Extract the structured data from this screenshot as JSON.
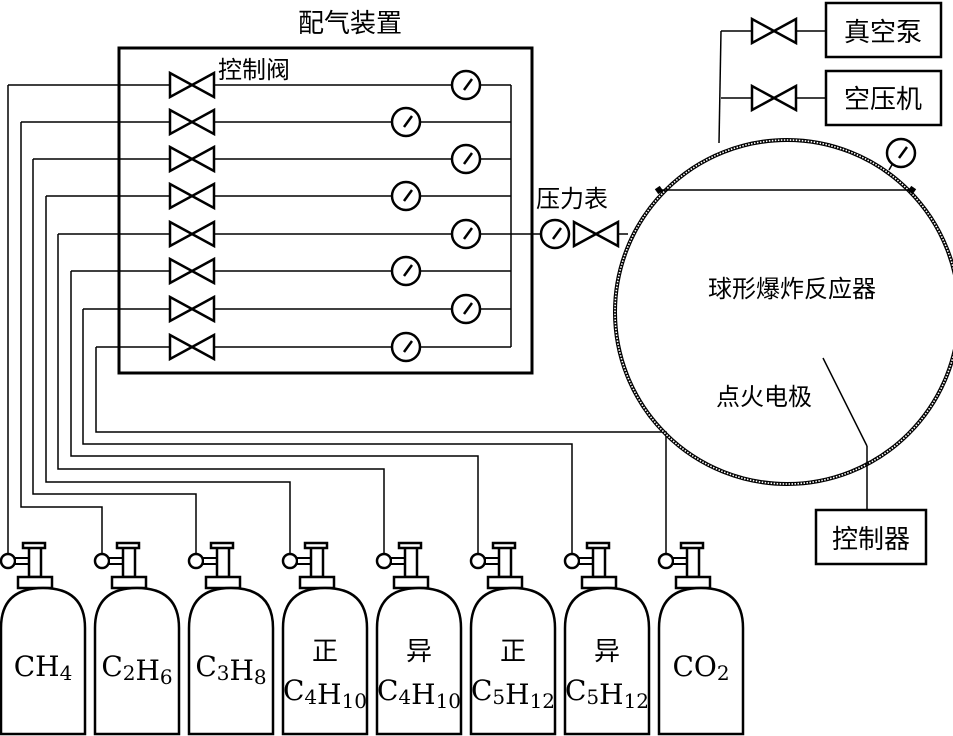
{
  "title": "配气装置",
  "labels": {
    "control_valve": "控制阀",
    "pressure_gauge": "压力表",
    "vacuum_pump": "真空泵",
    "air_compressor": "空压机",
    "reactor": "球形爆炸反应器",
    "ignition_electrode": "点火电极",
    "controller": "控制器"
  },
  "valve_rows": 8,
  "cylinders": [
    {
      "line1": "",
      "formula": [
        [
          "C",
          ""
        ],
        [
          "H",
          "4"
        ]
      ]
    },
    {
      "line1": "",
      "formula": [
        [
          "C",
          "2"
        ],
        [
          "H",
          "6"
        ]
      ]
    },
    {
      "line1": "",
      "formula": [
        [
          "C",
          "3"
        ],
        [
          "H",
          "8"
        ]
      ]
    },
    {
      "line1": "正",
      "formula": [
        [
          "C",
          "4"
        ],
        [
          "H",
          "10"
        ]
      ]
    },
    {
      "line1": "异",
      "formula": [
        [
          "C",
          "4"
        ],
        [
          "H",
          "10"
        ]
      ]
    },
    {
      "line1": "正",
      "formula": [
        [
          "C",
          "5"
        ],
        [
          "H",
          "12"
        ]
      ]
    },
    {
      "line1": "异",
      "formula": [
        [
          "C",
          "5"
        ],
        [
          "H",
          "12"
        ]
      ]
    },
    {
      "line1": "",
      "formula": [
        [
          "CO",
          "2"
        ]
      ]
    }
  ],
  "colors": {
    "stroke": "#000000",
    "background": "#ffffff"
  }
}
